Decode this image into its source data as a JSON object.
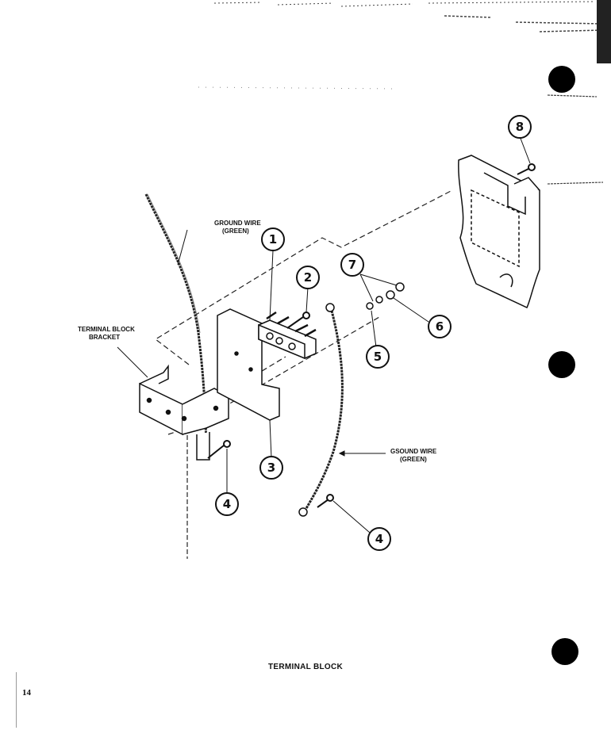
{
  "labels": {
    "ground_wire_top": [
      "GROUND WIRE",
      "(GREEN)"
    ],
    "ground_wire_bottom": [
      "GSOUND WIRE",
      "(GREEN)"
    ],
    "terminal_block_bracket": [
      "TERMINAL BLOCK",
      "BRACKET"
    ]
  },
  "callouts": [
    {
      "id": "c1",
      "number": "1"
    },
    {
      "id": "c2",
      "number": "2"
    },
    {
      "id": "c3",
      "number": "3"
    },
    {
      "id": "c4a",
      "number": "4"
    },
    {
      "id": "c4b",
      "number": "4"
    },
    {
      "id": "c5",
      "number": "5"
    },
    {
      "id": "c6",
      "number": "6"
    },
    {
      "id": "c7",
      "number": "7"
    },
    {
      "id": "c8",
      "number": "8"
    }
  ],
  "caption": "TERMINAL BLOCK",
  "page_number": "14"
}
